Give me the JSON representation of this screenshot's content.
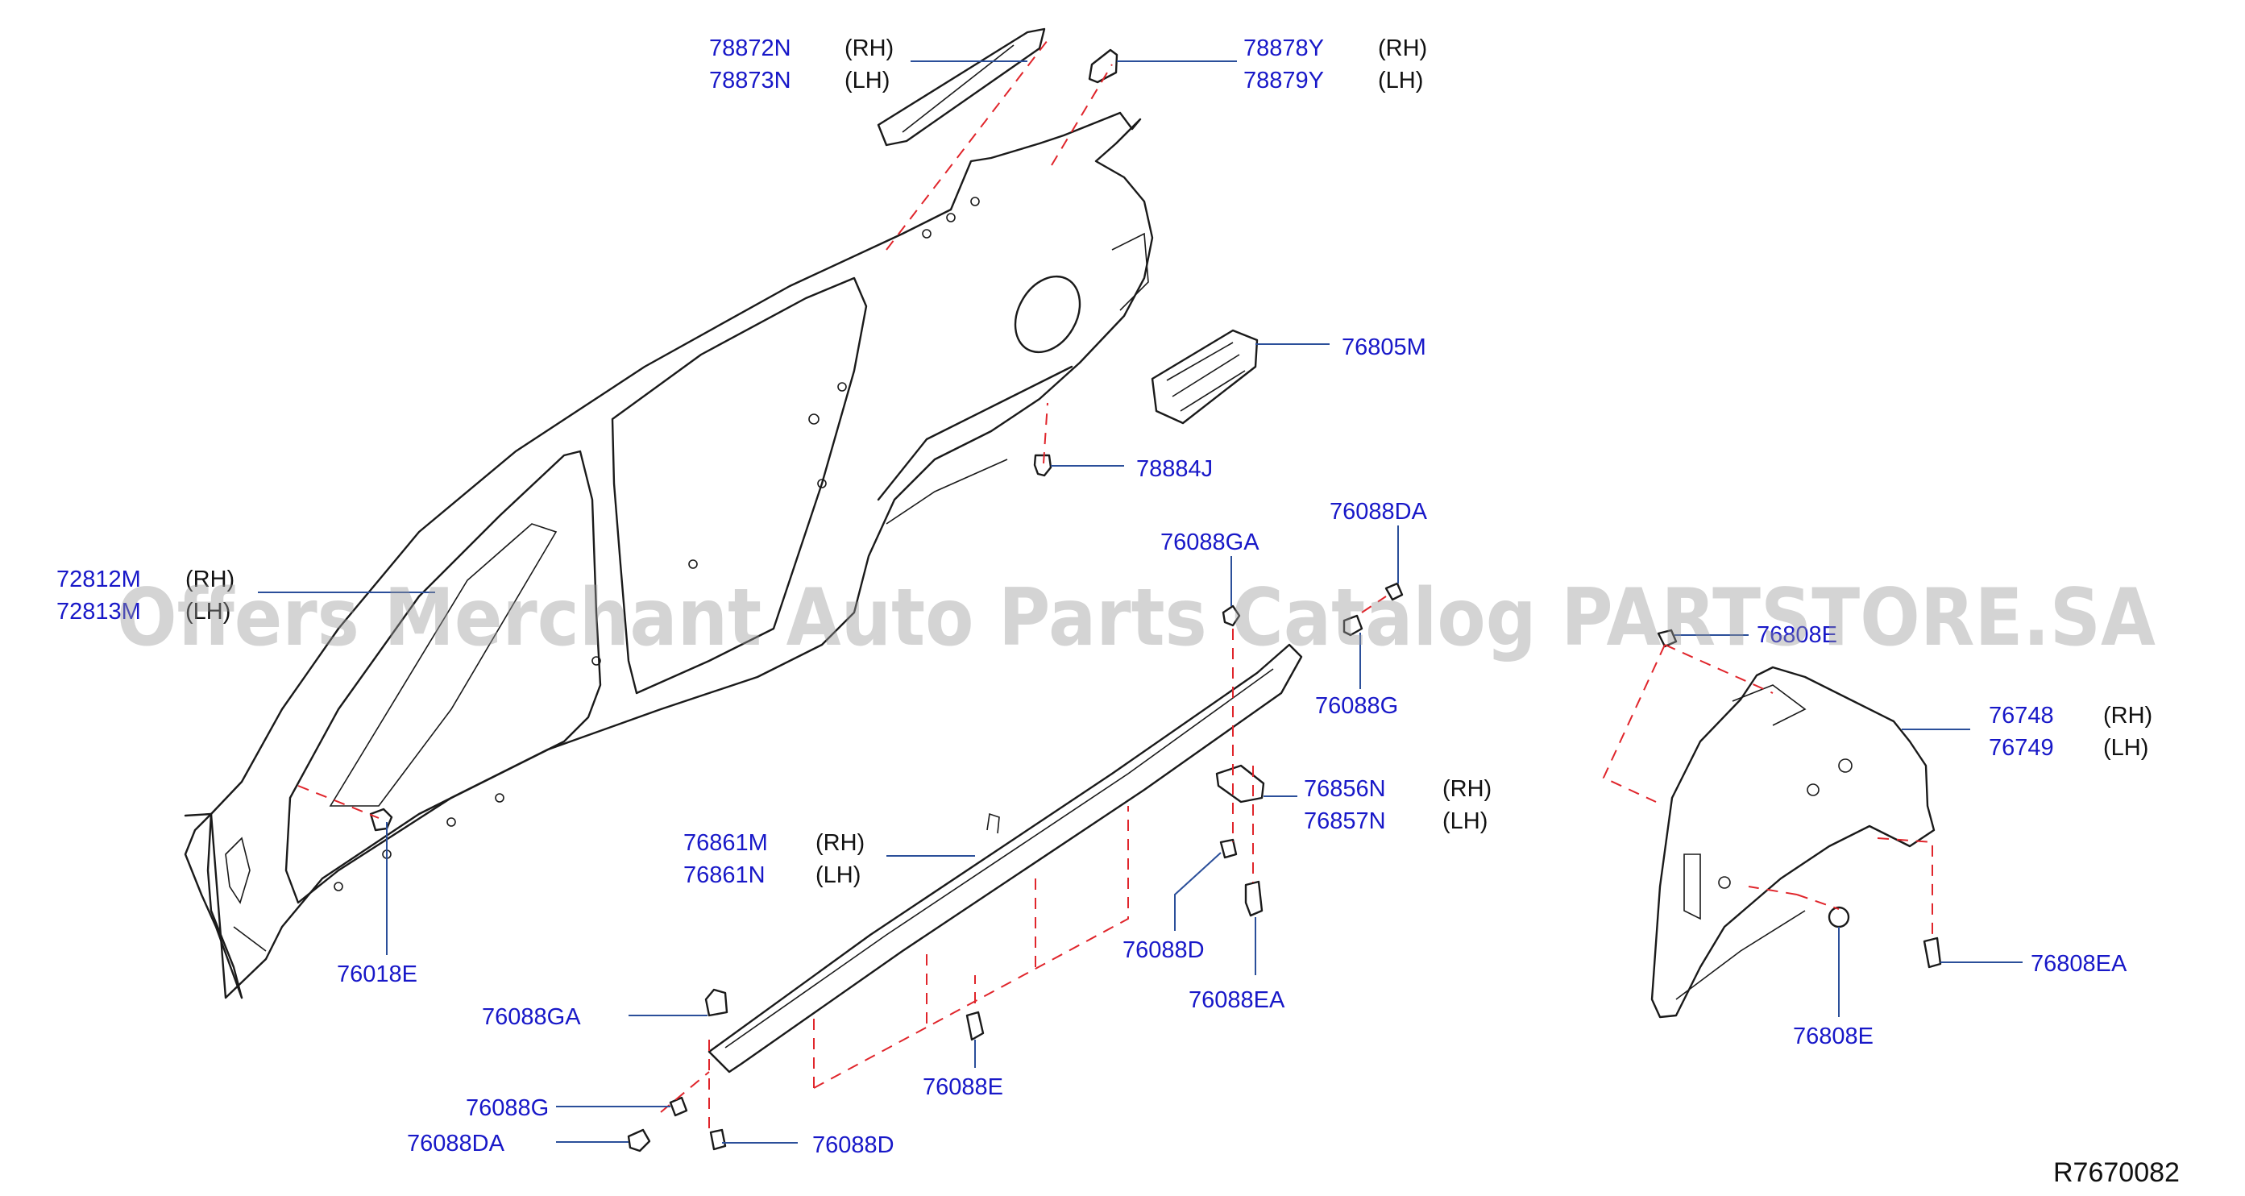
{
  "diagram_code": "R7670082",
  "watermark": "Offers Merchant Auto Parts Catalog PARTSTORE.SA",
  "colors": {
    "part_number": "#1818c8",
    "leader": "#2b4f9a",
    "dash": "#e0252b",
    "outline": "#1a1a1a"
  },
  "callouts": {
    "c78872N": {
      "part": "78872N",
      "side": "(RH)"
    },
    "c78873N": {
      "part": "78873N",
      "side": "(LH)"
    },
    "c78878Y": {
      "part": "78878Y",
      "side": "(RH)"
    },
    "c78879Y": {
      "part": "78879Y",
      "side": "(LH)"
    },
    "c76805M": {
      "part": "76805M"
    },
    "c78884J": {
      "part": "78884J"
    },
    "c72812M": {
      "part": "72812M",
      "side": "(RH)"
    },
    "c72813M": {
      "part": "72813M",
      "side": "(LH)"
    },
    "c76018E": {
      "part": "76018E"
    },
    "c76088GA_top": {
      "part": "76088GA"
    },
    "c76088DA_top": {
      "part": "76088DA"
    },
    "c76088G_top": {
      "part": "76088G"
    },
    "c76808E_top": {
      "part": "76808E"
    },
    "c76748": {
      "part": "76748",
      "side": "(RH)"
    },
    "c76749": {
      "part": "76749",
      "side": "(LH)"
    },
    "c76856N": {
      "part": "76856N",
      "side": "(RH)"
    },
    "c76857N": {
      "part": "76857N",
      "side": "(LH)"
    },
    "c76861M": {
      "part": "76861M",
      "side": "(RH)"
    },
    "c76861N": {
      "part": "76861N",
      "side": "(LH)"
    },
    "c76088D_mid": {
      "part": "76088D"
    },
    "c76088EA_mid": {
      "part": "76088EA"
    },
    "c76808EA": {
      "part": "76808EA"
    },
    "c76808E_bot": {
      "part": "76808E"
    },
    "c76088GA_bot": {
      "part": "76088GA"
    },
    "c76088E_bot": {
      "part": "76088E"
    },
    "c76088G_bot": {
      "part": "76088G"
    },
    "c76088DA_bot": {
      "part": "76088DA"
    },
    "c76088D_bot": {
      "part": "76088D"
    }
  }
}
